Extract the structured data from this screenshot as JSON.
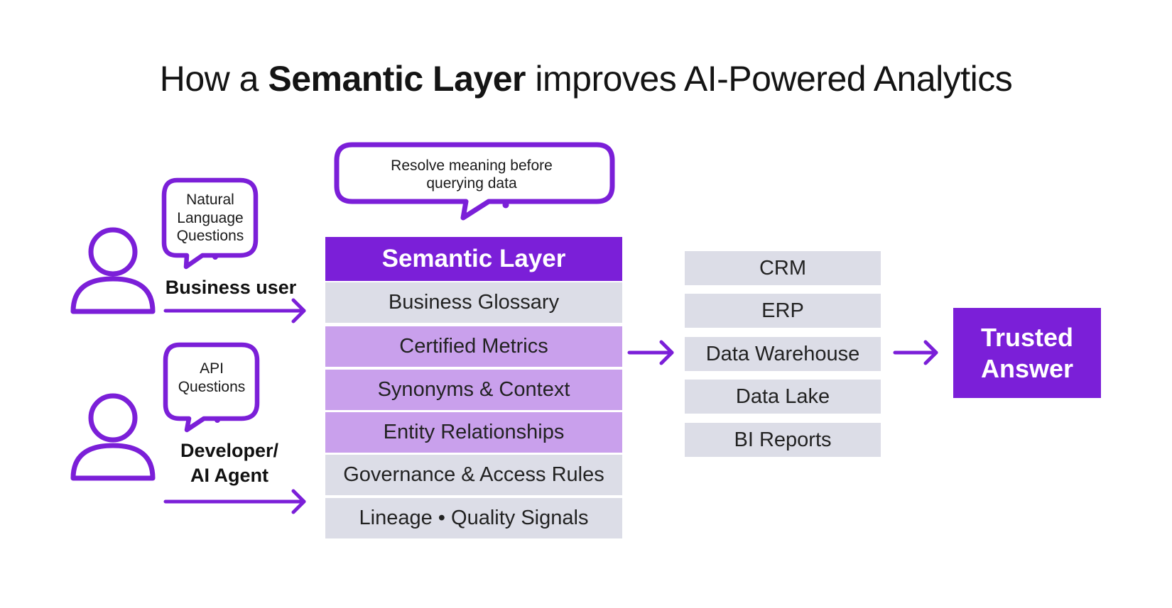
{
  "title": {
    "prefix": "How a ",
    "bold": "Semantic Layer",
    "suffix": " improves AI-Powered Analytics"
  },
  "bubbles": {
    "top": {
      "line1": "Resolve meaning before",
      "line2": "querying data"
    },
    "user": {
      "line1": "Natural",
      "line2": "Language",
      "line3": "Questions"
    },
    "api": {
      "line1": "API",
      "line2": "Questions"
    }
  },
  "roles": {
    "business": "Business user",
    "developer_line1": "Developer/",
    "developer_line2": "AI Agent"
  },
  "semantic_layer": {
    "header": "Semantic Layer",
    "items": [
      "Business Glossary",
      "Certified Metrics",
      "Synonyms & Context",
      "Entity Relationships",
      "Governance & Access Rules",
      "Lineage • Quality Signals"
    ]
  },
  "sources": [
    "CRM",
    "ERP",
    "Data Warehouse",
    "Data Lake",
    "BI Reports"
  ],
  "answer": {
    "line1": "Trusted",
    "line2": "Answer"
  },
  "colors": {
    "accent": "#7b1fd8",
    "lavender": "#c9a0ec",
    "gray": "#dcdde7",
    "text": "#141414"
  },
  "icons": [
    "person-icon",
    "speech-bubble-icon",
    "arrow-right-icon"
  ]
}
